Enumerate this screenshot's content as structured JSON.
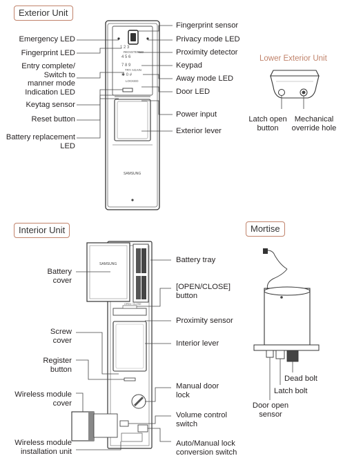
{
  "sections": {
    "exterior": "Exterior Unit",
    "interior": "Interior Unit",
    "mortise": "Mortise",
    "lower_exterior": "Lower Exterior Unit"
  },
  "exterior_labels": {
    "fingerprint_sensor": "Fingerprint sensor",
    "privacy_led": "Privacy mode LED",
    "proximity_detector": "Proximity detector",
    "keypad": "Keypad",
    "away_led": "Away mode LED",
    "door_led": "Door LED",
    "power_input": "Power input",
    "exterior_lever": "Exterior lever",
    "emergency_led": "Emergency LED",
    "fingerprint_led": "Fingerprint LED",
    "entry_complete": "Entry complete/\nSwitch to\nmanner mode\nIndication LED",
    "keytag_sensor": "Keytag sensor",
    "reset_button": "Reset button",
    "battery_led": "Battery replacement\nLED"
  },
  "lower_labels": {
    "latch_open": "Latch open\nbutton",
    "override_hole": "Mechanical\noverride hole"
  },
  "interior_labels": {
    "battery_cover": "Battery\ncover",
    "screw_cover": "Screw\ncover",
    "register_button": "Register\nbutton",
    "wireless_cover": "Wireless module\ncover",
    "wireless_unit": "Wireless module\ninstallation unit",
    "battery_tray": "Battery tray",
    "open_close": "[OPEN/CLOSE]\nbutton",
    "proximity_sensor": "Proximity sensor",
    "interior_lever": "Interior lever",
    "manual_lock": "Manual door\nlock",
    "volume_switch": "Volume control\nswitch",
    "auto_manual": "Auto/Manual lock\nconversion switch"
  },
  "mortise_labels": {
    "dead_bolt": "Dead bolt",
    "latch_bolt": "Latch bolt",
    "door_open_sensor": "Door open\nsensor"
  },
  "device_text": {
    "keypad_row1": "1  2  3",
    "keypad_row2": "4  5  6",
    "keypad_row3": "7  8  9",
    "keypad_row4": "✱  0  #",
    "registered": "REGISTERED",
    "locked": "LOCKED",
    "try_again": "TRY AGAIN",
    "brand_exterior": "SAMSUNG",
    "brand_interior": "SAMSUNG",
    "open_close_small": "OPEN / CLOSE"
  },
  "colors": {
    "accent": "#c0826a",
    "device_outline": "#333333",
    "device_dark": "#3a3a3a",
    "device_mid": "#888888"
  }
}
